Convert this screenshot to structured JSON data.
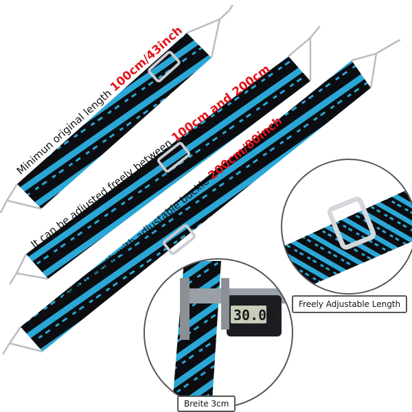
{
  "strap1": {
    "text": "Minimun original length ",
    "highlight": "100cm/43inch"
  },
  "strap2": {
    "text": "It can be adjusted freely between ",
    "highlight": "100cm and 200cm"
  },
  "strap3": {
    "text": "Max original length with adiustable buckle ",
    "highlight": "200cm/80inch"
  },
  "caliper": {
    "reading": "30.00"
  },
  "labels": {
    "adjustable": "Freely Adjustable Length",
    "width": "Breite 3cm"
  },
  "colors": {
    "strap_base": "#0b0d10",
    "strap_stripe": "#2aa7d6",
    "highlight_text": "#e0161c",
    "hook_metal": "#b8bcc2"
  }
}
